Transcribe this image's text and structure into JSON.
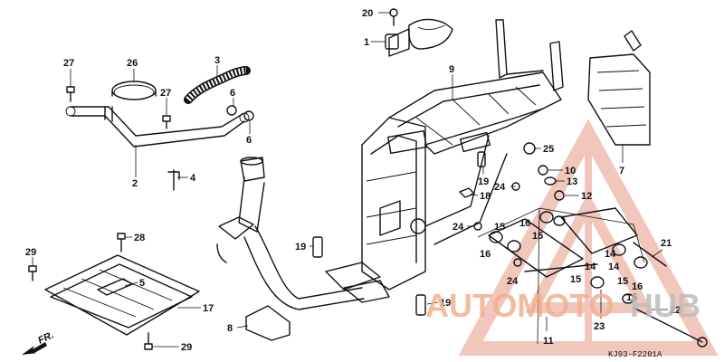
{
  "diagram": {
    "callouts": [
      {
        "id": "c20",
        "text": "20"
      },
      {
        "id": "c1",
        "text": "1"
      },
      {
        "id": "c27a",
        "text": "27"
      },
      {
        "id": "c26",
        "text": "26"
      },
      {
        "id": "c3",
        "text": "3"
      },
      {
        "id": "c27b",
        "text": "27"
      },
      {
        "id": "c6a",
        "text": "6"
      },
      {
        "id": "c6b",
        "text": "6"
      },
      {
        "id": "c2",
        "text": "2"
      },
      {
        "id": "c4",
        "text": "4"
      },
      {
        "id": "c9",
        "text": "9"
      },
      {
        "id": "c7",
        "text": "7"
      },
      {
        "id": "c25",
        "text": "25"
      },
      {
        "id": "c10",
        "text": "10"
      },
      {
        "id": "c13",
        "text": "13"
      },
      {
        "id": "c12",
        "text": "12"
      },
      {
        "id": "c19a",
        "text": "19"
      },
      {
        "id": "c18",
        "text": "18"
      },
      {
        "id": "c24a",
        "text": "24"
      },
      {
        "id": "c24b",
        "text": "24"
      },
      {
        "id": "c28",
        "text": "28"
      },
      {
        "id": "c29a",
        "text": "29"
      },
      {
        "id": "c5",
        "text": "5"
      },
      {
        "id": "c17",
        "text": "17"
      },
      {
        "id": "c8",
        "text": "8"
      },
      {
        "id": "c29b",
        "text": "29"
      },
      {
        "id": "c19b",
        "text": "19"
      },
      {
        "id": "c19c",
        "text": "19"
      },
      {
        "id": "c15a",
        "text": "15"
      },
      {
        "id": "c16a",
        "text": "16"
      },
      {
        "id": "c15b",
        "text": "15"
      },
      {
        "id": "c16b",
        "text": "16"
      },
      {
        "id": "c14a",
        "text": "14"
      },
      {
        "id": "c14b",
        "text": "14"
      },
      {
        "id": "c15c",
        "text": "15"
      },
      {
        "id": "c21",
        "text": "21"
      },
      {
        "id": "c24c",
        "text": "24"
      },
      {
        "id": "c14c",
        "text": "14"
      },
      {
        "id": "c15d",
        "text": "15"
      },
      {
        "id": "c16c",
        "text": "16"
      },
      {
        "id": "c16d",
        "text": "16"
      },
      {
        "id": "c23",
        "text": "23"
      },
      {
        "id": "c22",
        "text": "22"
      },
      {
        "id": "c11",
        "text": "11"
      }
    ],
    "front_label": "FR.",
    "diagram_code": "KJ93-F2201A",
    "watermark": {
      "text_a": "AUTOMOTO",
      "text_b": "HUB",
      "color_a": "#f2b8a0",
      "color_b": "#bfbfbf",
      "triangle_color": "#e8a08c"
    }
  }
}
